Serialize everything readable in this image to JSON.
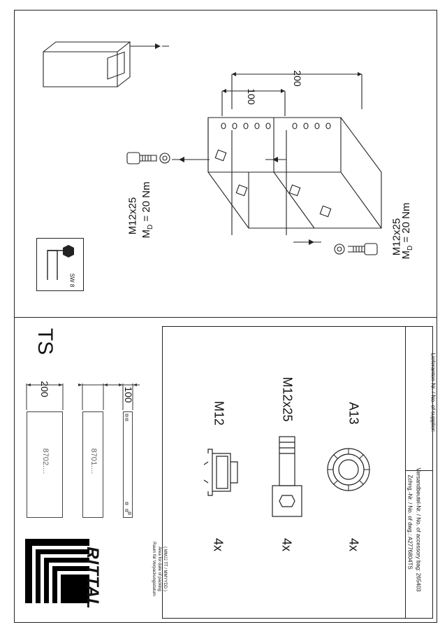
{
  "series_title": "TS",
  "profiles": [
    {
      "code": "8702....",
      "dimension": "200"
    },
    {
      "code": "8701....",
      "dimension": ""
    },
    {
      "code": "",
      "dimension": "100"
    }
  ],
  "brand": {
    "name": "RITTAL"
  },
  "packing_area": {
    "line1": "Raum für Verpackungsdatum",
    "line2": "Area for date of packing",
    "line3": "( MMJJ TT / MMYYDD )"
  },
  "parts": [
    {
      "qty": "4x",
      "name": "M12"
    },
    {
      "qty": "4x",
      "name": "M12x25"
    },
    {
      "qty": "4x",
      "name": "A13"
    }
  ],
  "footer": {
    "drawing_no": "Zchng.-Nr. / No. of dwg.: A2776804TS",
    "accessory_bag": "Versandbeutel-Nr. / No. of accessory bag: 265403",
    "supplier": "Lieferanten-Nr. / No. of supplier:"
  },
  "tool": {
    "label": "SW 8"
  },
  "assembly": {
    "dim_200": "200",
    "dim_100": "100",
    "screw_top": {
      "size": "M12x25",
      "torque_symbol": "M",
      "torque_sub": "D",
      "torque_value": "= 20 Nm"
    },
    "screw_bottom": {
      "size": "M12x25",
      "torque_symbol": "M",
      "torque_sub": "D",
      "torque_value": "= 20 Nm"
    }
  }
}
